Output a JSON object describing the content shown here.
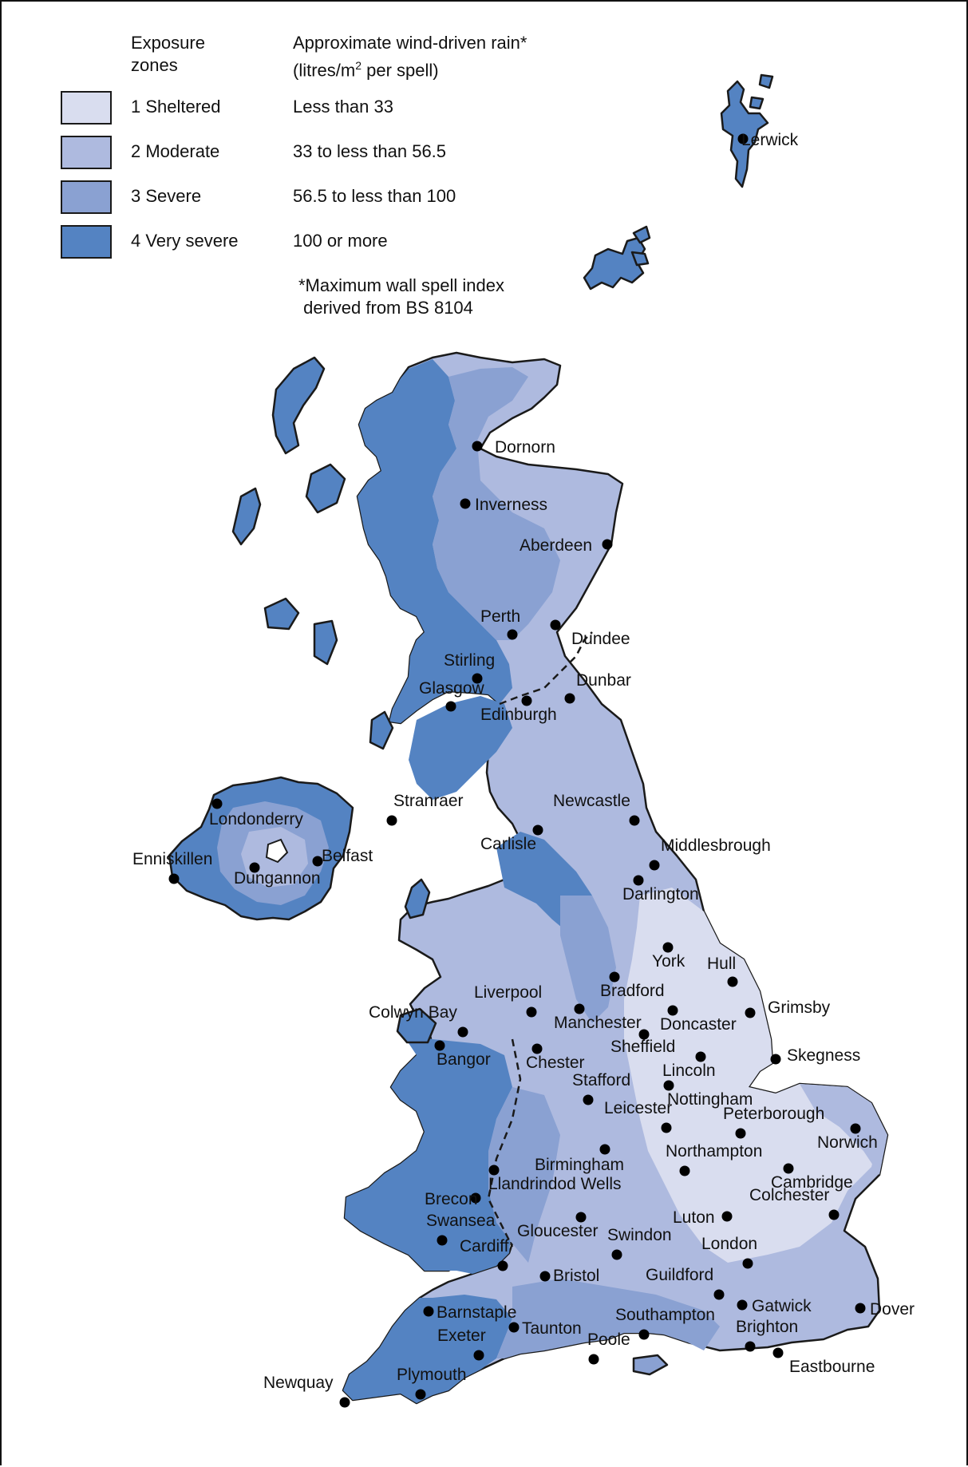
{
  "legend": {
    "zones_heading_line1": "Exposure",
    "zones_heading_line2": "zones",
    "rain_heading_line1": "Approximate wind-driven rain*",
    "rain_heading_line2_pre": "(litres/m",
    "rain_heading_sup": "2",
    "rain_heading_line2_post": " per spell)",
    "zones": [
      {
        "label": "1 Sheltered",
        "range": "Less than 33",
        "color": "#d9ddef"
      },
      {
        "label": "2 Moderate",
        "range": "33 to less than 56.5",
        "color": "#aebadf"
      },
      {
        "label": "3 Severe",
        "range": "56.5 to less than 100",
        "color": "#8aa1d2"
      },
      {
        "label": "4 Very severe",
        "range": "100 or more",
        "color": "#5483c2"
      }
    ],
    "note_line1": "*Maximum wall spell index",
    "note_line2": " derived from BS 8104"
  },
  "map": {
    "cities": [
      {
        "name": "Lerwick"
      },
      {
        "name": "Dornorn"
      },
      {
        "name": "Inverness"
      },
      {
        "name": "Aberdeen"
      },
      {
        "name": "Perth"
      },
      {
        "name": "Dundee"
      },
      {
        "name": "Stirling"
      },
      {
        "name": "Glasgow"
      },
      {
        "name": "Edinburgh"
      },
      {
        "name": "Dunbar"
      },
      {
        "name": "Stranraer"
      },
      {
        "name": "Newcastle"
      },
      {
        "name": "Carlisle"
      },
      {
        "name": "Middlesbrough"
      },
      {
        "name": "Darlington"
      },
      {
        "name": "Londonderry"
      },
      {
        "name": "Enniskillen"
      },
      {
        "name": "Belfast"
      },
      {
        "name": "Dungannon"
      },
      {
        "name": "York"
      },
      {
        "name": "Hull"
      },
      {
        "name": "Bradford"
      },
      {
        "name": "Grimsby"
      },
      {
        "name": "Colwyn Bay"
      },
      {
        "name": "Liverpool"
      },
      {
        "name": "Manchester"
      },
      {
        "name": "Doncaster"
      },
      {
        "name": "Sheffield"
      },
      {
        "name": "Bangor"
      },
      {
        "name": "Chester"
      },
      {
        "name": "Skegness"
      },
      {
        "name": "Lincoln"
      },
      {
        "name": "Stafford"
      },
      {
        "name": "Nottingham"
      },
      {
        "name": "Leicester"
      },
      {
        "name": "Peterborough"
      },
      {
        "name": "Norwich"
      },
      {
        "name": "Birmingham"
      },
      {
        "name": "Northampton"
      },
      {
        "name": "Llandrindod Wells"
      },
      {
        "name": "Cambridge"
      },
      {
        "name": "Brecon"
      },
      {
        "name": "Colchester"
      },
      {
        "name": "Swansea"
      },
      {
        "name": "Gloucester"
      },
      {
        "name": "Luton"
      },
      {
        "name": "Swindon"
      },
      {
        "name": "Cardiff"
      },
      {
        "name": "London"
      },
      {
        "name": "Bristol"
      },
      {
        "name": "Guildford"
      },
      {
        "name": "Gatwick"
      },
      {
        "name": "Dover"
      },
      {
        "name": "Barnstaple"
      },
      {
        "name": "Taunton"
      },
      {
        "name": "Southampton"
      },
      {
        "name": "Brighton"
      },
      {
        "name": "Exeter"
      },
      {
        "name": "Poole"
      },
      {
        "name": "Eastbourne"
      },
      {
        "name": "Newquay"
      },
      {
        "name": "Plymouth"
      }
    ]
  }
}
